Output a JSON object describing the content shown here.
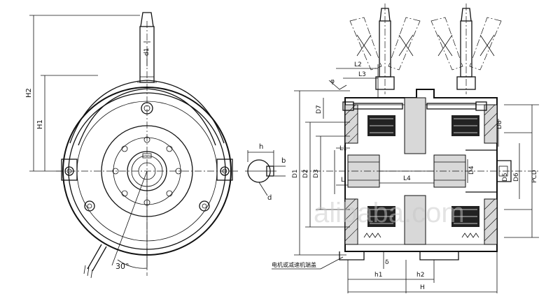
{
  "labels": {
    "d1": "d1",
    "h2_cap": "H2",
    "h1_cap": "H1",
    "h": "h",
    "b": "b",
    "d": "d",
    "angle": "30°",
    "phi": "φ",
    "l2": "L2",
    "l3": "L3",
    "d7": "D7",
    "d8": "D8",
    "l1": "L1",
    "l": "L",
    "l4": "L4",
    "d4": "D4",
    "d1_cap": "D1",
    "d2": "D2",
    "d3": "D3",
    "d5": "D5",
    "d6": "D6",
    "pcd": "PCD",
    "delta": "δ",
    "h1": "h1",
    "h2": "h2",
    "h_cap": "H",
    "note": "电机或减速机端盖",
    "watermark": "alibaba.com"
  }
}
